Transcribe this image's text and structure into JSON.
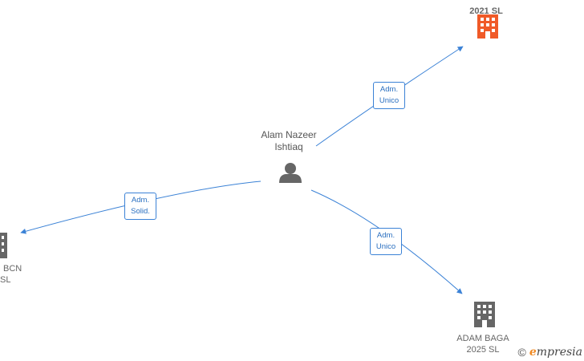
{
  "nodes": {
    "person": {
      "line1": "Alam Nazeer",
      "line2": "Ishtiaq",
      "icon": "person-icon"
    },
    "top_right": {
      "line1": "",
      "line2": "2021  SL",
      "icon": "building-icon",
      "color": "#f05a28"
    },
    "left": {
      "line1": "BCN",
      "line2": "SL",
      "icon": "building-icon",
      "color": "#666666"
    },
    "bottom_right": {
      "line1": "ADAM BAGA",
      "line2": "2025  SL",
      "icon": "building-icon",
      "color": "#666666"
    }
  },
  "relations": {
    "top_right": {
      "line1": "Adm.",
      "line2": "Unico"
    },
    "left": {
      "line1": "Adm.",
      "line2": "Solid."
    },
    "bottom_right": {
      "line1": "Adm.",
      "line2": "Unico"
    }
  },
  "brand": {
    "copyright": "©",
    "name": "mpresia",
    "initial": "e"
  },
  "colors": {
    "edge": "#3b82d6",
    "node_gray": "#666666",
    "highlight": "#f05a28"
  }
}
